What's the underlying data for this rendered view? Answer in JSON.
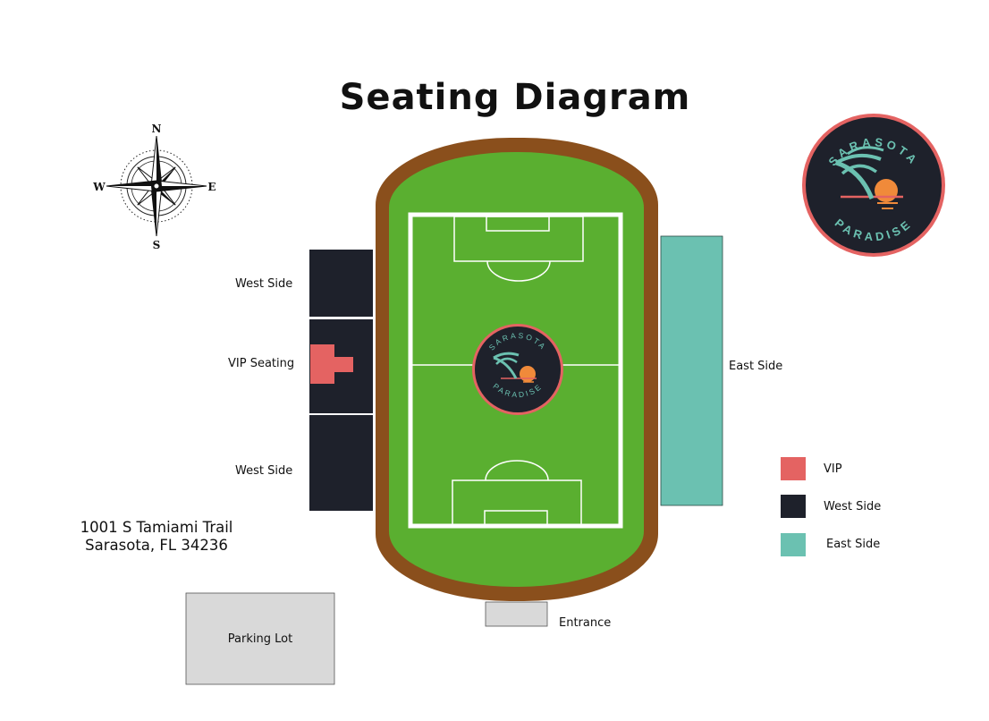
{
  "title": "Seating Diagram",
  "compass": {
    "north": "N",
    "south": "S",
    "east": "E",
    "west": "W"
  },
  "sections": {
    "west_upper": "West Side",
    "vip": "VIP Seating",
    "west_lower": "West Side",
    "east": "East Side"
  },
  "address": {
    "line1": "1001 S Tamiami Trail",
    "line2": "Sarasota, FL 34236"
  },
  "parking_label": "Parking Lot",
  "entrance_label": "Entrance",
  "logo": {
    "text_top": "SARASOTA",
    "text_bottom": "PARADISE",
    "icon": "palm-sunset-logo"
  },
  "legend": [
    {
      "label": "VIP",
      "color": "#e46362"
    },
    {
      "label": "West Side",
      "color": "#1e212b"
    },
    {
      "label": "East Side",
      "color": "#6bc1b1"
    }
  ],
  "colors": {
    "track": "#8a4f1c",
    "field": "#5aaf30",
    "vip": "#e46362",
    "west": "#1e212b",
    "east": "#6bc1b1",
    "parking": "#d9d9d9"
  }
}
